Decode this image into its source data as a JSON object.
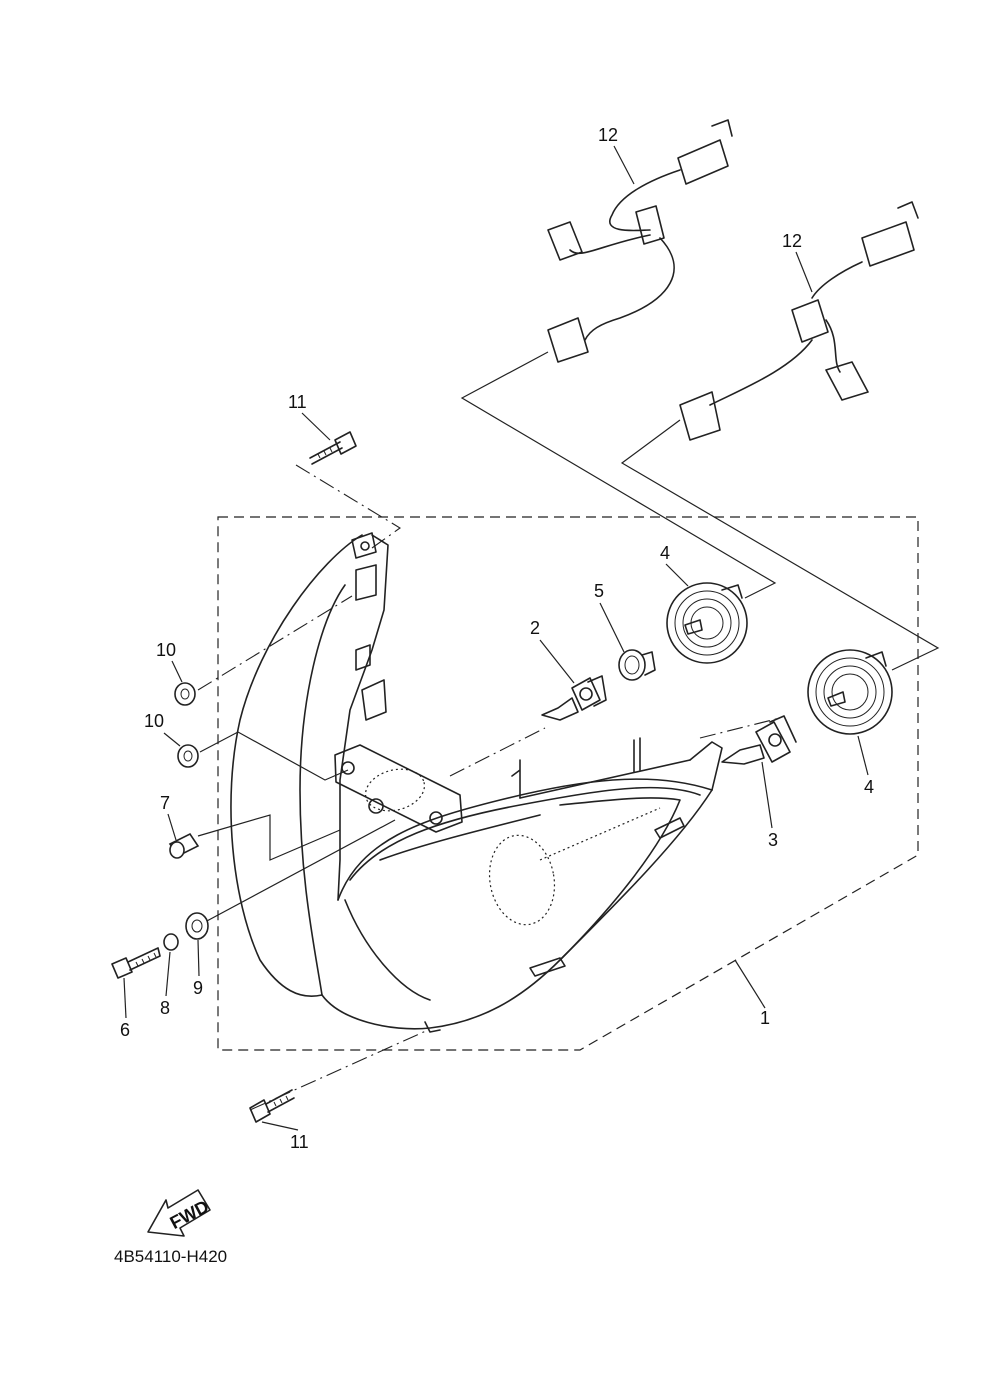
{
  "diagram": {
    "code": "4B54110-H420",
    "fwd_label": "FWD",
    "callouts": {
      "headlight_assy": "1",
      "bulb_main": "2",
      "bulb_sub": "3",
      "cover_left": "4",
      "cover_right": "4",
      "socket": "5",
      "bolt": "6",
      "collar": "7",
      "washer": "8",
      "grommet": "9",
      "damper_upper": "10",
      "damper_lower": "10",
      "screw_top": "11",
      "screw_bottom": "11",
      "harness_left": "12",
      "harness_right": "12"
    }
  }
}
